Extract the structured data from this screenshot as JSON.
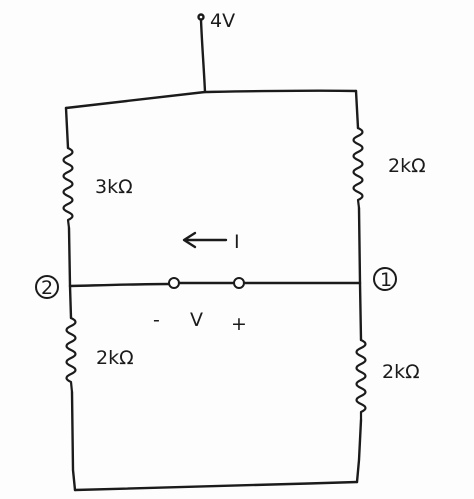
{
  "supply": {
    "label": "4V"
  },
  "resistors": {
    "top_left": {
      "label": "3kΩ"
    },
    "top_right": {
      "label": "2kΩ"
    },
    "bottom_left": {
      "label": "2kΩ"
    },
    "bottom_right": {
      "label": "2kΩ"
    }
  },
  "nodes": {
    "left": {
      "label": "2"
    },
    "right": {
      "label": "1"
    }
  },
  "current": {
    "label": "I",
    "direction": "left"
  },
  "voltage": {
    "minus": "-",
    "symbol": "V",
    "plus": "+"
  }
}
